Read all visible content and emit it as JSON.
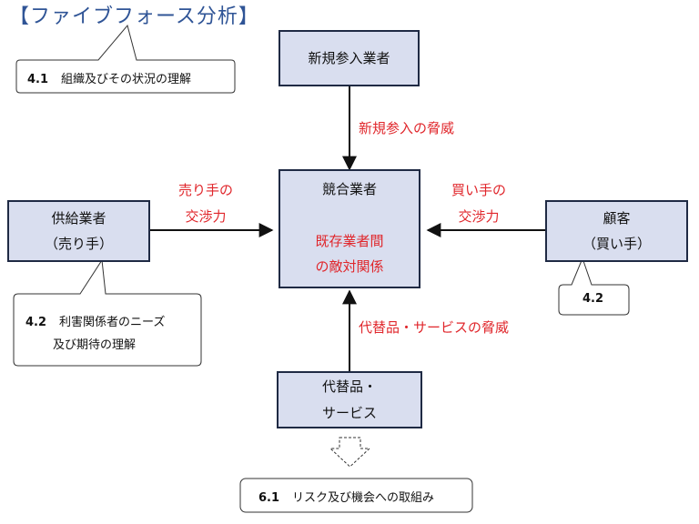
{
  "title": "【ファイブフォース分析】",
  "boxes": {
    "new_entrants": "新規参入業者",
    "competitors": {
      "title": "競合業者",
      "sub1": "既存業者間",
      "sub2": "の敵対関係"
    },
    "suppliers": {
      "line1": "供給業者",
      "line2": "（売り手）"
    },
    "customers": {
      "line1": "顧客",
      "line2": "（買い手）"
    },
    "substitutes": {
      "line1": "代替品・",
      "line2": "サービス"
    }
  },
  "forces": {
    "new_entry_threat": "新規参入の脅威",
    "seller_power_1": "売り手の",
    "seller_power_2": "交渉力",
    "buyer_power_1": "買い手の",
    "buyer_power_2": "交渉力",
    "substitute_threat": "代替品・サービスの脅威"
  },
  "callouts": {
    "c41": {
      "num": "4.1",
      "text": "組織及びその状況の理解"
    },
    "c42a": {
      "num": "4.2",
      "text1": "利害関係者のニーズ",
      "text2": "及び期待の理解"
    },
    "c42b": {
      "num": "4.2"
    },
    "c61": {
      "num": "6.1",
      "text": "リスク及び機会への取組み"
    }
  },
  "colors": {
    "box_fill": "#d9deef",
    "force_label": "#e0262b",
    "title": "#2f5496",
    "cycle_arrow": "#2e5fa6"
  }
}
